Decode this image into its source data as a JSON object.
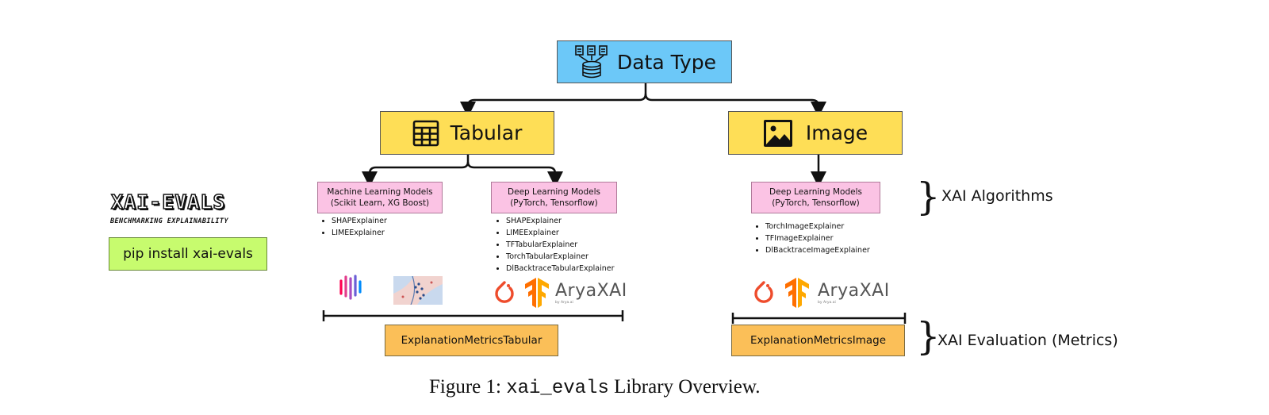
{
  "root": {
    "label": "Data Type",
    "icon": "database-documents-icon"
  },
  "branches": [
    {
      "label": "Tabular",
      "icon": "table-icon"
    },
    {
      "label": "Image",
      "icon": "image-icon"
    }
  ],
  "model_groups": [
    {
      "title": "Machine Learning Models",
      "frameworks": "(Scikit Learn, XG Boost)",
      "explainers": [
        "SHAPExplainer",
        "LIMEExplainer"
      ]
    },
    {
      "title": "Deep Learning Models",
      "frameworks": "(PyTorch, Tensorflow)",
      "explainers": [
        "SHAPExplainer",
        "LIMEExplainer",
        "TFTabularExplainer",
        "TorchTabularExplainer",
        "DlBacktraceTabularExplainer"
      ]
    },
    {
      "title": "Deep Learning Models",
      "frameworks": "(PyTorch, Tensorflow)",
      "explainers": [
        "TorchImageExplainer",
        "TFImageExplainer",
        "DlBacktraceImageExplainer"
      ]
    }
  ],
  "metrics": {
    "tabular": "ExplanationMetricsTabular",
    "image": "ExplanationMetricsImage"
  },
  "side_labels": {
    "algorithms": "XAI Algorithms",
    "evaluation": "XAI Evaluation (Metrics)"
  },
  "logo": {
    "title": "XAI-EVALS",
    "subtitle": "BENCHMARKING EXPLAINABILITY",
    "install": "pip install xai-evals"
  },
  "brand_logos": {
    "aryaxai": "AryaXAI",
    "aryaxai_sub": "by Arya.ai",
    "icons": [
      "shap-logo-icon",
      "lime-logo-icon",
      "pytorch-logo-icon",
      "tensorflow-logo-icon"
    ]
  },
  "caption": {
    "prefix": "Figure 1: ",
    "code": "xai_evals",
    "suffix": " Library Overview."
  },
  "colors": {
    "root": "#6cc8f8",
    "branch": "#fede56",
    "model": "#fbc3e4",
    "metric": "#fbbf58",
    "install": "#c7fb6e"
  }
}
